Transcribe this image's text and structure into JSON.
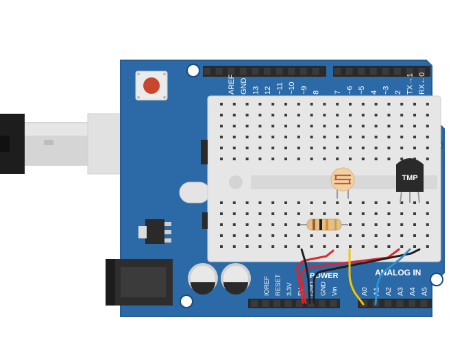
{
  "board": {
    "top_labels": [
      "AREF",
      "GND",
      "13",
      "12",
      "~11",
      "~10",
      "~9",
      "8",
      "7",
      "~6",
      "~5",
      "4",
      "~3",
      "2",
      "TX→1",
      "RX←0"
    ],
    "power_header_title": "POWER",
    "power_labels": [
      "IOREF",
      "RESET",
      "3.3V",
      "5V",
      "GND",
      "GND",
      "Vin"
    ],
    "analog_header_title": "ANALOG IN",
    "analog_labels": [
      "A0",
      "A1",
      "A2",
      "A3",
      "A4",
      "A5"
    ],
    "colors": {
      "board": "#2b6aa6",
      "board_edge": "#245d93",
      "header": "#2a2a2a",
      "breadboard": "#e6e6e6"
    }
  },
  "components": {
    "temperature_sensor_label": "TMP",
    "icons": [
      "usb-cable-icon",
      "reset-button-icon",
      "dc-jack-icon",
      "capacitor-icon",
      "voltage-regulator-icon",
      "photoresistor-icon",
      "resistor-icon",
      "temperature-sensor-icon"
    ]
  },
  "wires": {
    "colors": {
      "red": "#e0242b",
      "black": "#1f1f1f",
      "yellow": "#f2c500",
      "blue": "#2f8fd8"
    }
  }
}
